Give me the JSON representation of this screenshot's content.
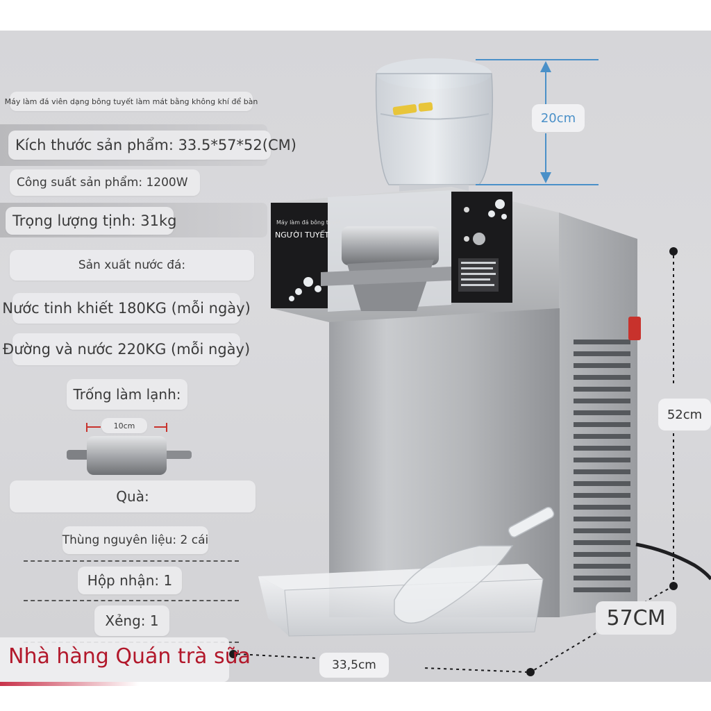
{
  "subtitle": "Máy làm đá viên dạng bông tuyết làm mát bằng không khí để bàn",
  "specs": {
    "size": "Kích thước sản phẩm: 33.5*57*52(CM)",
    "power": "Công suất sản phẩm: 1200W",
    "weight": "Trọng lượng tịnh: 31kg"
  },
  "production": {
    "heading": "Sản xuất nước đá:",
    "pure_water": "Nước tinh khiết 180KG (mỗi ngày)",
    "sugar_water": "Đường và nước 220KG (mỗi ngày)"
  },
  "drum": {
    "heading": "Trống làm lạnh:",
    "width_label": "10cm"
  },
  "gifts": {
    "heading": "Quà:",
    "items": [
      "Thùng nguyên liệu: 2 cái",
      "Hộp nhận: 1",
      "Xẻng: 1"
    ]
  },
  "footer_title": "Nhà hàng Quán trà sữa",
  "machine": {
    "panel_brand_small": "Máy làm đá bông tuyết",
    "panel_brand": "NGƯỜI TUYẾT"
  },
  "dimensions": {
    "bottle_height": "20cm",
    "height": "52cm",
    "depth": "57CM",
    "width": "33,5cm"
  },
  "colors": {
    "title_red": "#b2182b",
    "dimension_blue": "#4a90c8"
  }
}
